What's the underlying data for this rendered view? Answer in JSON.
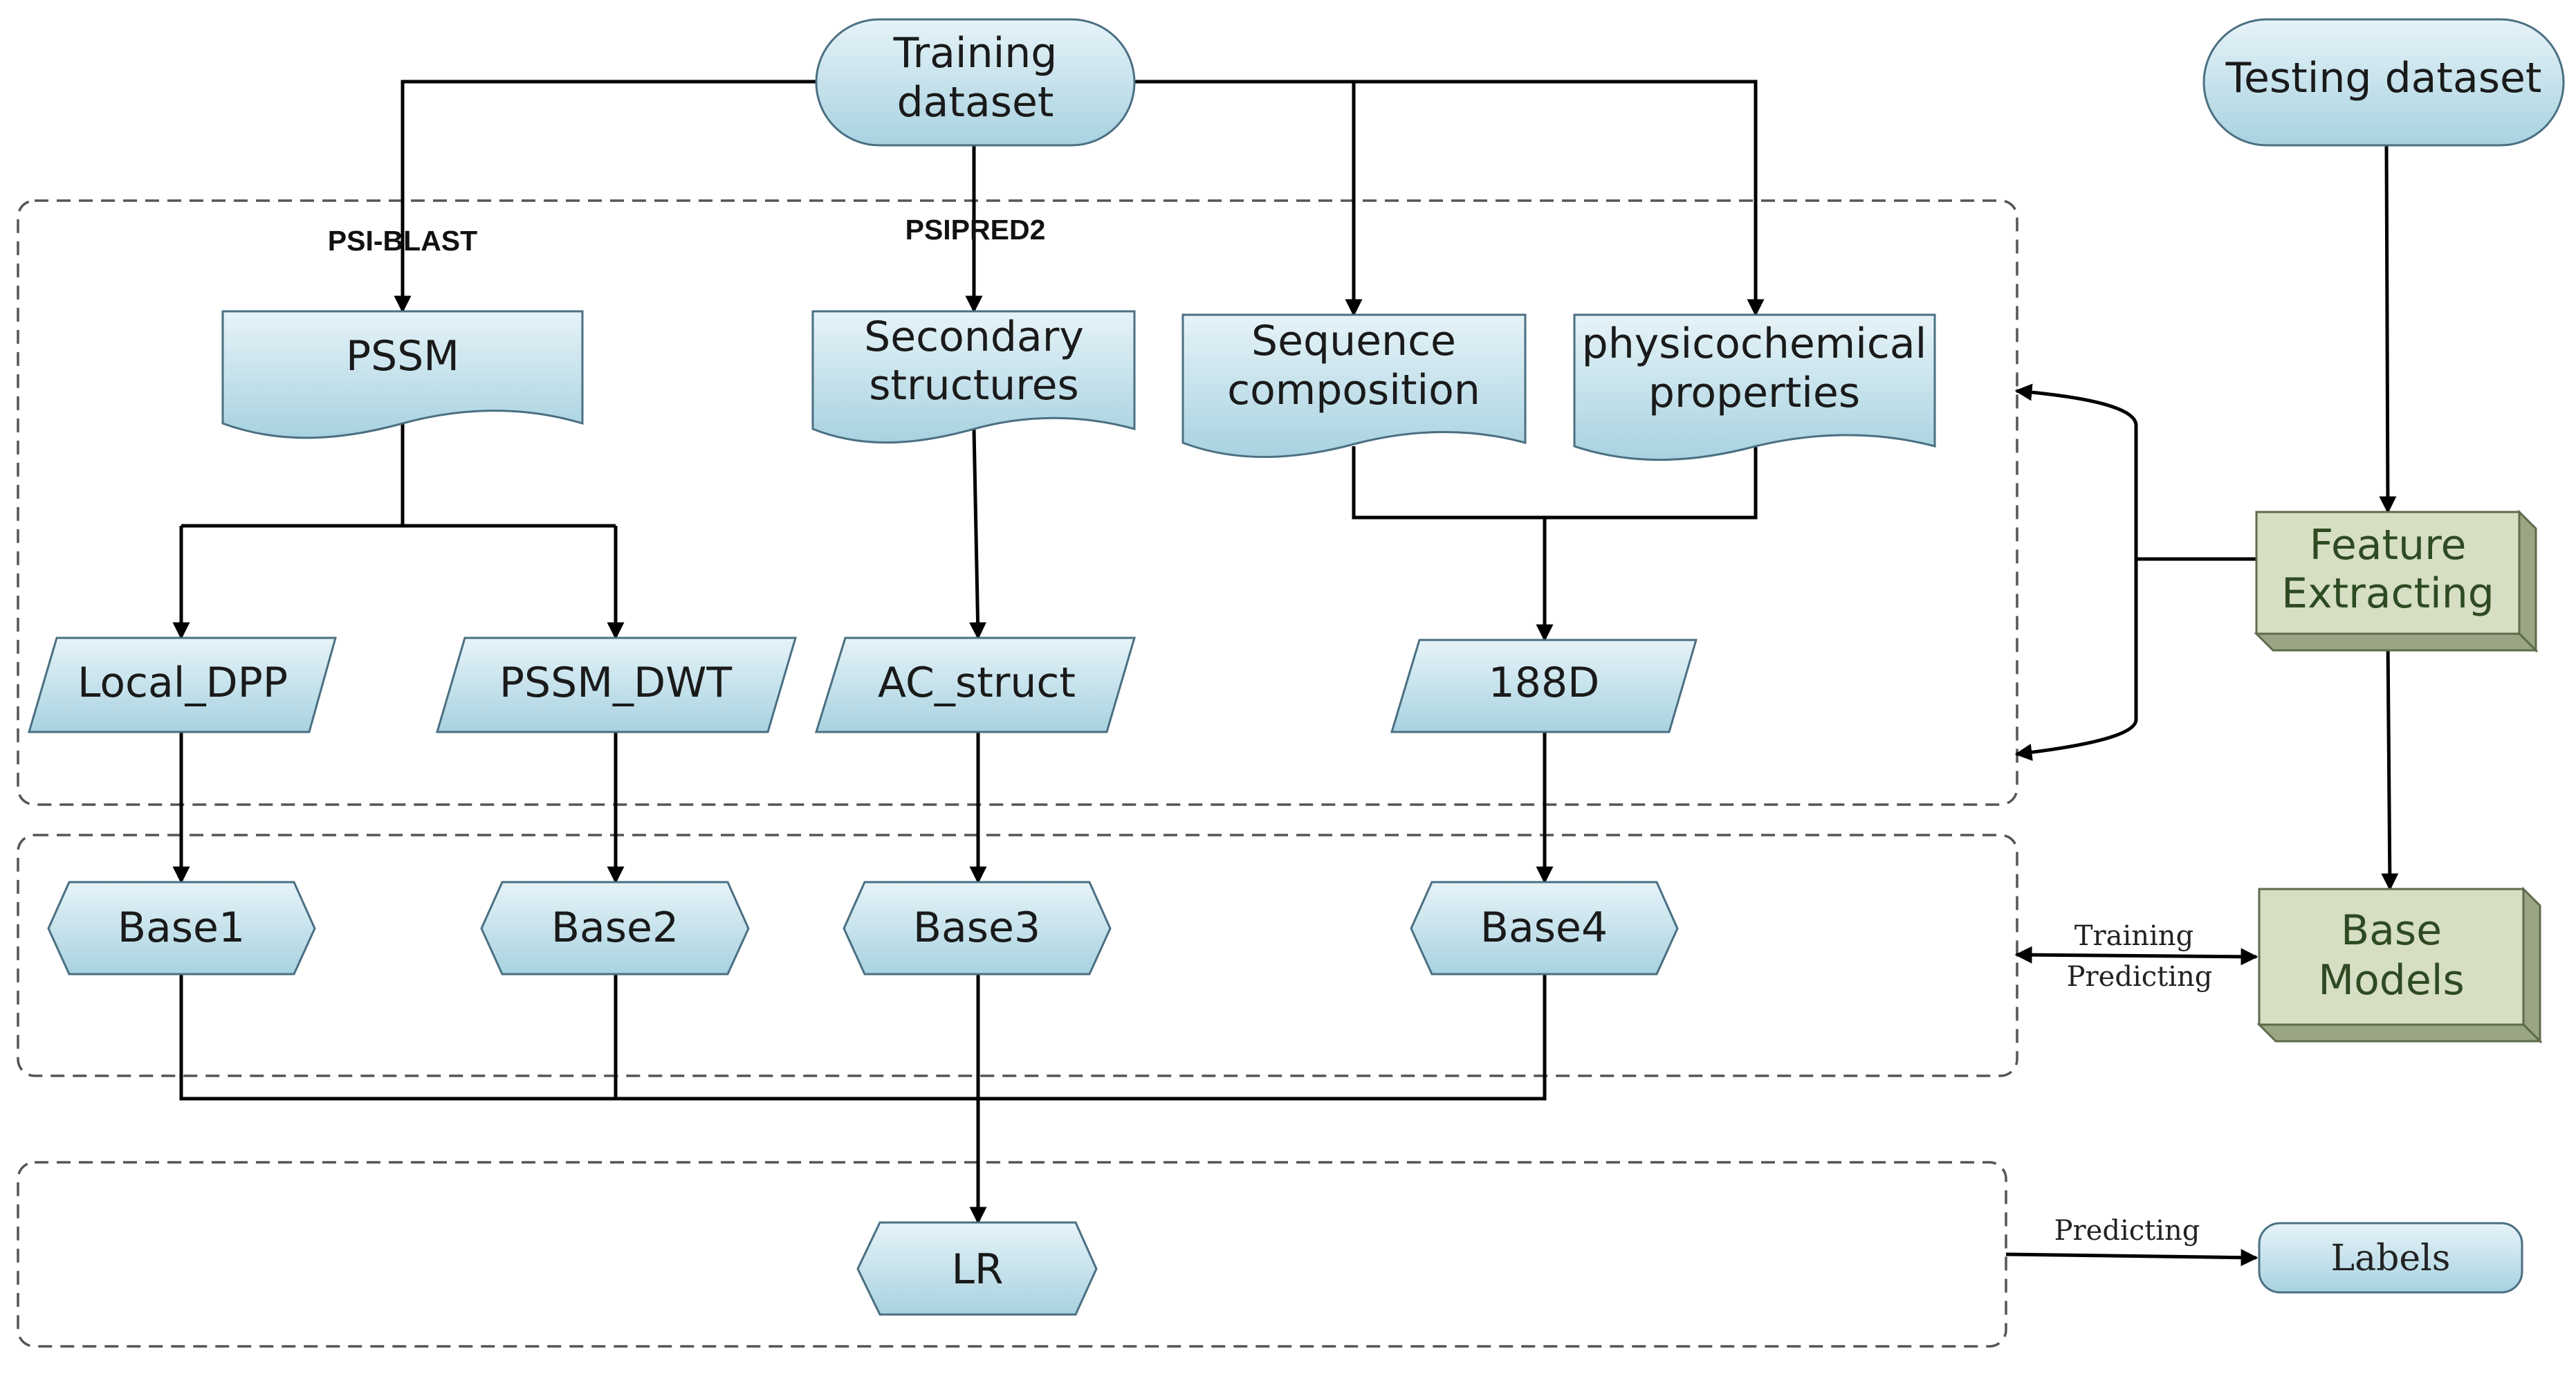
{
  "nodes": {
    "training_dataset": [
      "Training",
      "dataset"
    ],
    "testing_dataset": "Testing dataset",
    "pssm": "PSSM",
    "secondary_structures": [
      "Secondary",
      "structures"
    ],
    "sequence_composition": [
      "Sequence",
      "composition"
    ],
    "physicochemical_properties": [
      "physicochemical",
      "properties"
    ],
    "local_dpp": "Local_DPP",
    "pssm_dwt": "PSSM_DWT",
    "ac_struct": "AC_struct",
    "d188": "188D",
    "base1": "Base1",
    "base2": "Base2",
    "base3": "Base3",
    "base4": "Base4",
    "lr": "LR",
    "feature_extracting": [
      "Feature",
      "Extracting"
    ],
    "base_models": [
      "Base",
      "Models"
    ],
    "labels": "Labels"
  },
  "edge_labels": {
    "psi_blast": "PSI-BLAST",
    "psipred2": "PSIPRED2",
    "training": "Training",
    "predicting_base": "Predicting",
    "predicting_labels": "Predicting"
  },
  "colors": {
    "blue_top": "#e6f3f8",
    "blue_bottom": "#a8d2e0",
    "green_fill": "#d6dec4",
    "green_text": "#2e4a22"
  }
}
